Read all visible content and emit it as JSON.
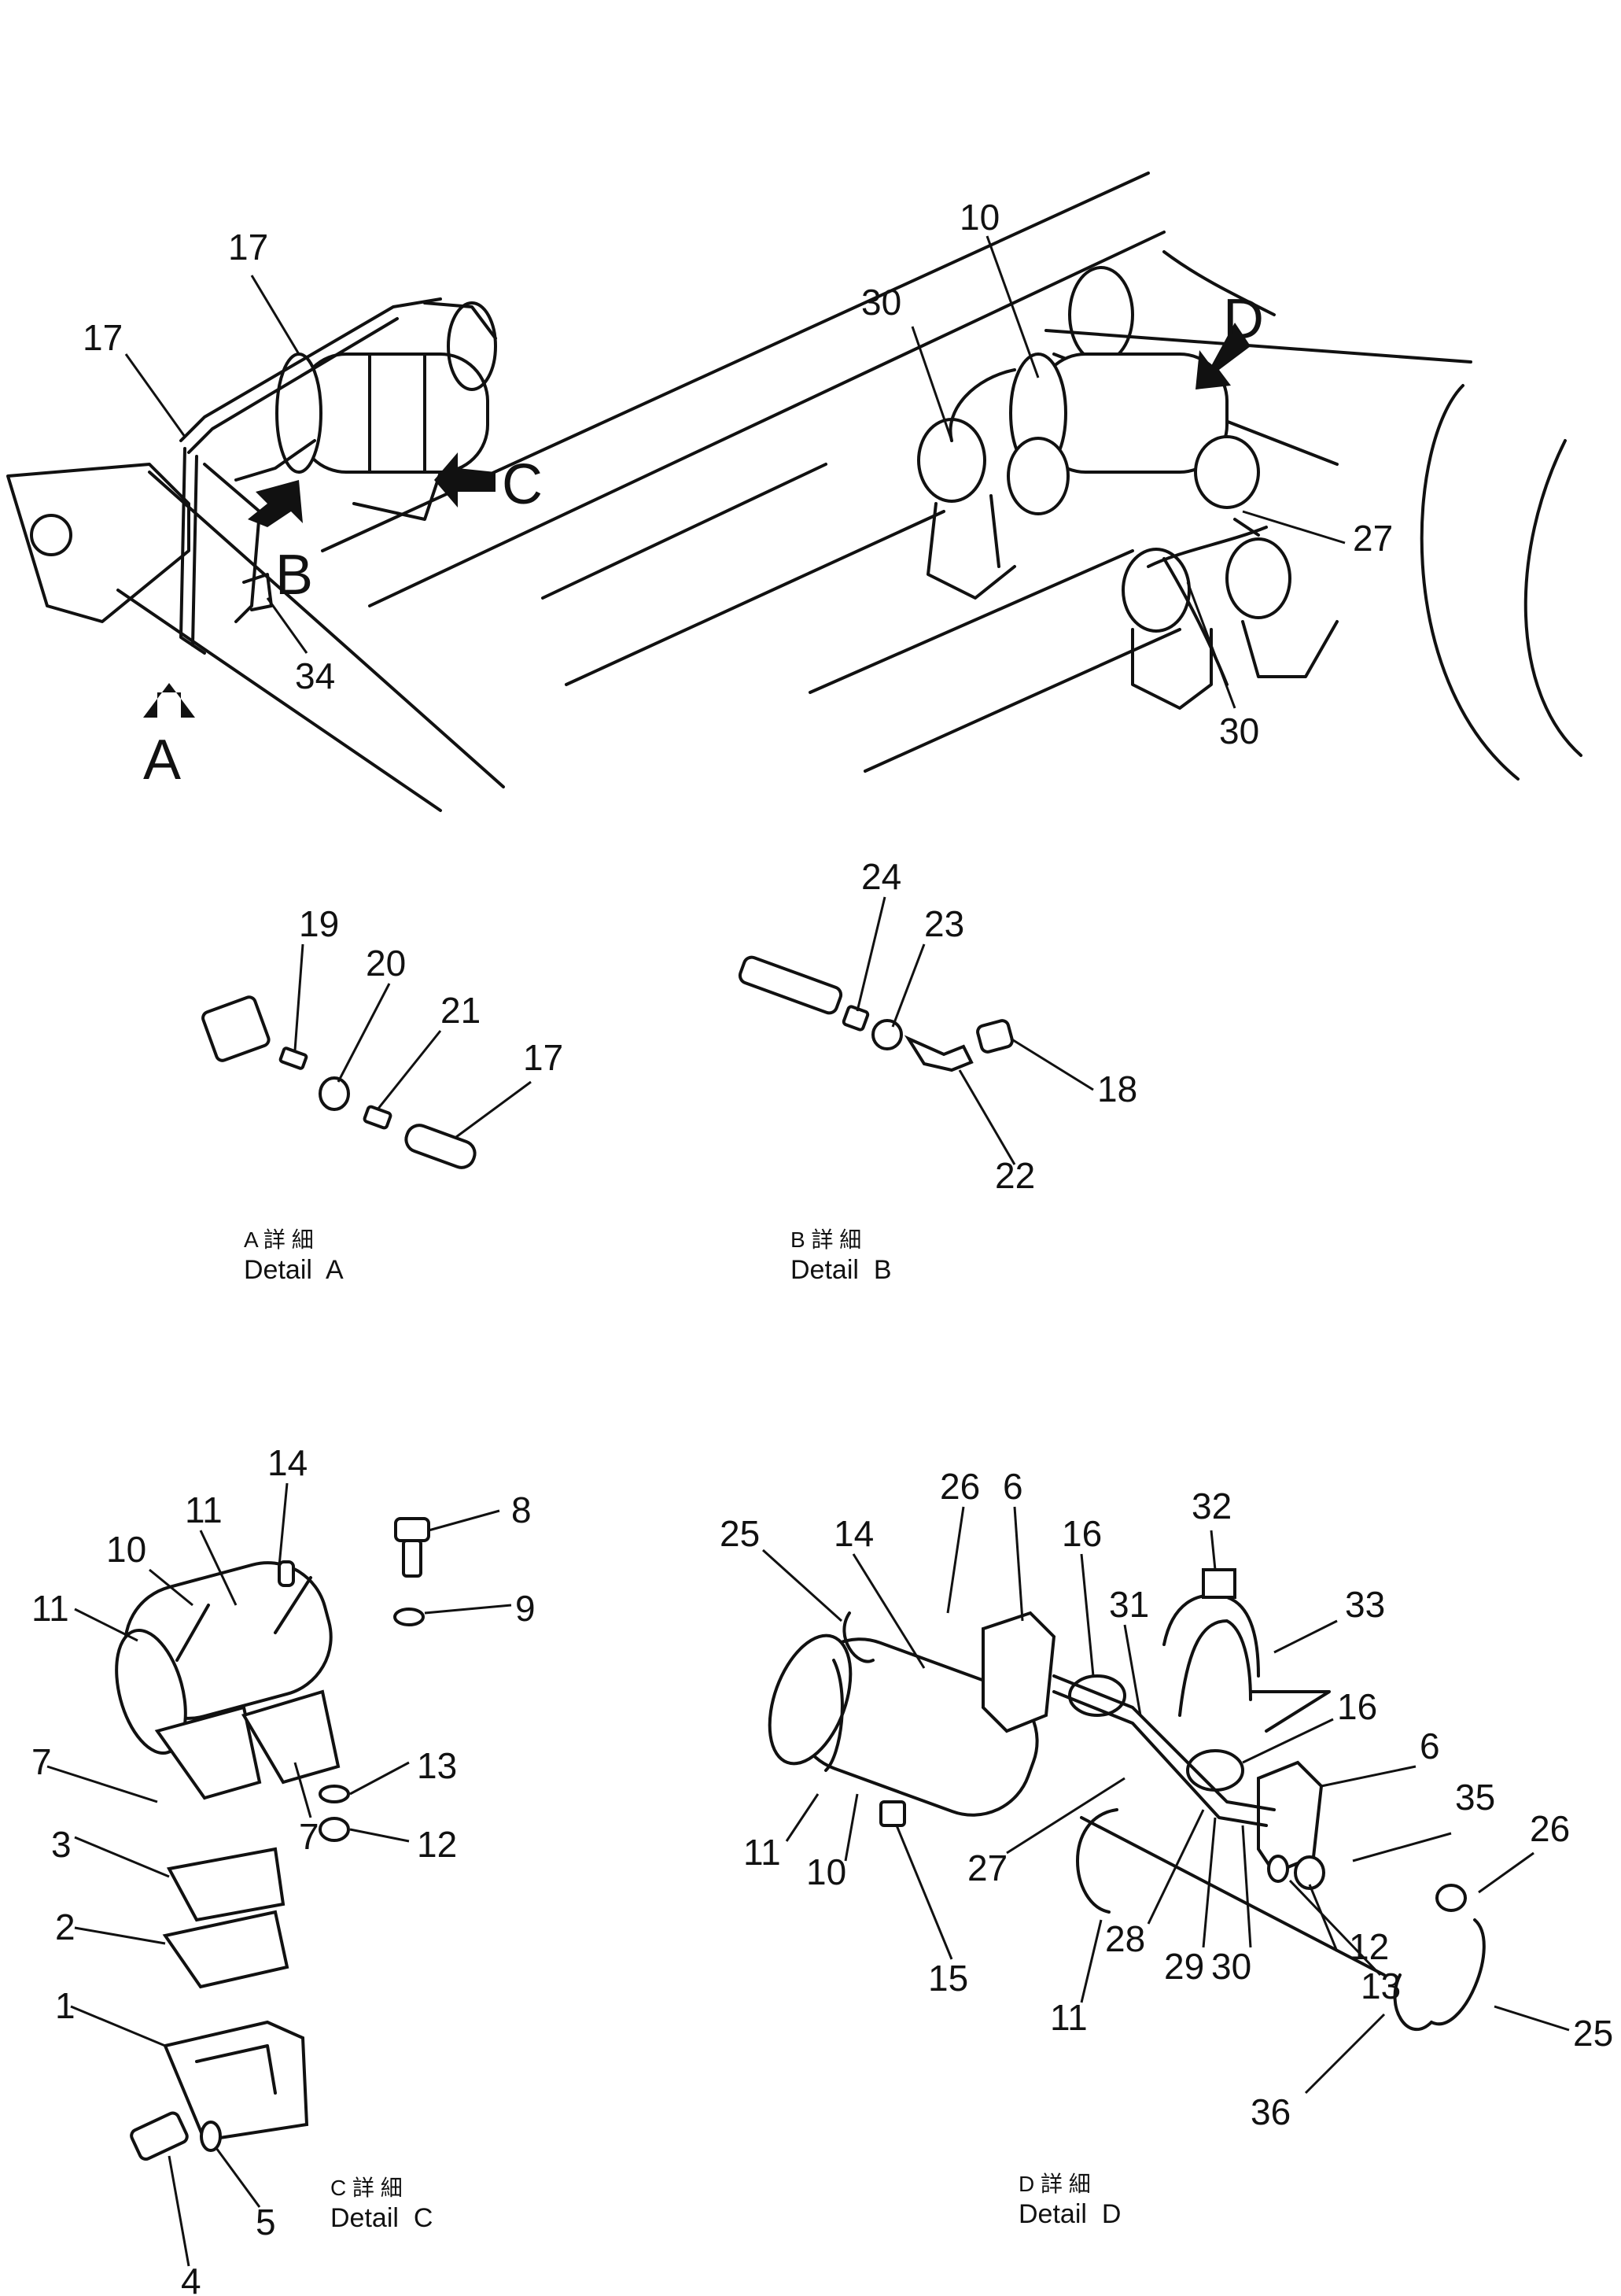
{
  "colors": {
    "ink": "#111111",
    "paper": "#ffffff"
  },
  "view_letters": [
    "A",
    "B",
    "C",
    "D"
  ],
  "overview": {
    "left_labels": [
      "17",
      "17",
      "34"
    ],
    "right_labels": [
      "10",
      "30",
      "27",
      "30"
    ]
  },
  "detail_a": {
    "labels": [
      "19",
      "20",
      "21",
      "17"
    ],
    "caption_cjk": "A 詳 細",
    "caption": "Detail  A"
  },
  "detail_b": {
    "labels": [
      "24",
      "23",
      "18",
      "22"
    ],
    "caption_cjk": "B 詳 細",
    "caption": "Detail  B"
  },
  "detail_c": {
    "labels": [
      "14",
      "11",
      "10",
      "11",
      "8",
      "9",
      "7",
      "13",
      "12",
      "3",
      "7",
      "2",
      "1",
      "4",
      "5"
    ],
    "caption_cjk": "C 詳 細",
    "caption": "Detail  C"
  },
  "detail_d": {
    "labels": [
      "26",
      "6",
      "32",
      "25",
      "14",
      "16",
      "31",
      "33",
      "16",
      "6",
      "35",
      "26",
      "11",
      "10",
      "27",
      "28",
      "29",
      "30",
      "12",
      "13",
      "15",
      "11",
      "25",
      "36"
    ],
    "caption_cjk": "D 詳 細",
    "caption": "Detail  D"
  }
}
